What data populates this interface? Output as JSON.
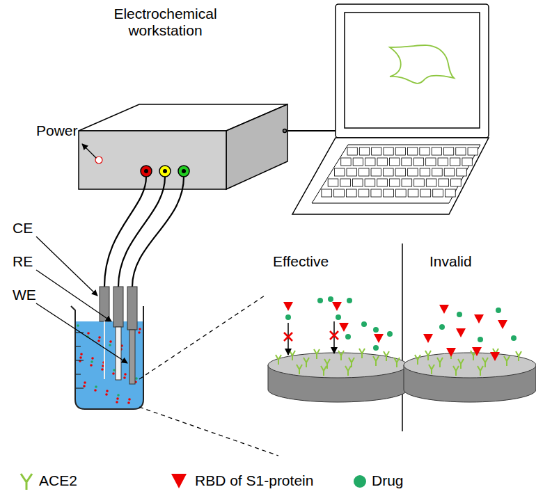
{
  "diagram": {
    "labels": [
      "Electrochemical workstation",
      "Power",
      "CE",
      "RE",
      "WE",
      "Effective",
      "Invalid"
    ],
    "legend": [
      {
        "text": "ACE2"
      },
      {
        "text": "RBD of S1-protein"
      },
      {
        "text": "Drug"
      }
    ]
  }
}
